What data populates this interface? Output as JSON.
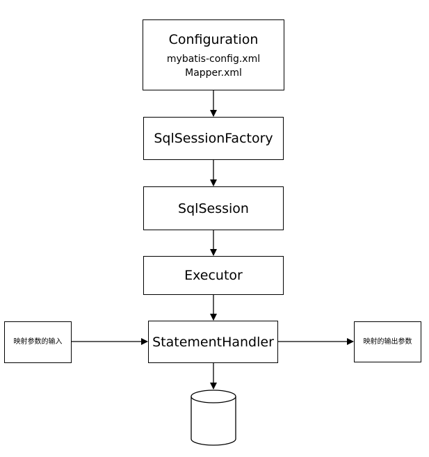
{
  "diagram": {
    "nodes": {
      "configuration": {
        "title": "Configuration",
        "files": [
          "mybatis-config.xml",
          "Mapper.xml"
        ]
      },
      "sql_session_factory": {
        "label": "SqlSessionFactory"
      },
      "sql_session": {
        "label": "SqlSession"
      },
      "executor": {
        "label": "Executor"
      },
      "statement_handler": {
        "label": "StatementHandler"
      },
      "input_mapping": {
        "label": "映射参数的输入"
      },
      "output_mapping": {
        "label": "映射的输出参数"
      },
      "database": {
        "shape": "cylinder"
      }
    },
    "edges": [
      {
        "from": "configuration",
        "to": "sql_session_factory"
      },
      {
        "from": "sql_session_factory",
        "to": "sql_session"
      },
      {
        "from": "sql_session",
        "to": "executor"
      },
      {
        "from": "executor",
        "to": "statement_handler"
      },
      {
        "from": "input_mapping",
        "to": "statement_handler"
      },
      {
        "from": "statement_handler",
        "to": "output_mapping"
      },
      {
        "from": "statement_handler",
        "to": "database"
      }
    ],
    "stroke_color": "#000000",
    "background_color": "#ffffff"
  }
}
